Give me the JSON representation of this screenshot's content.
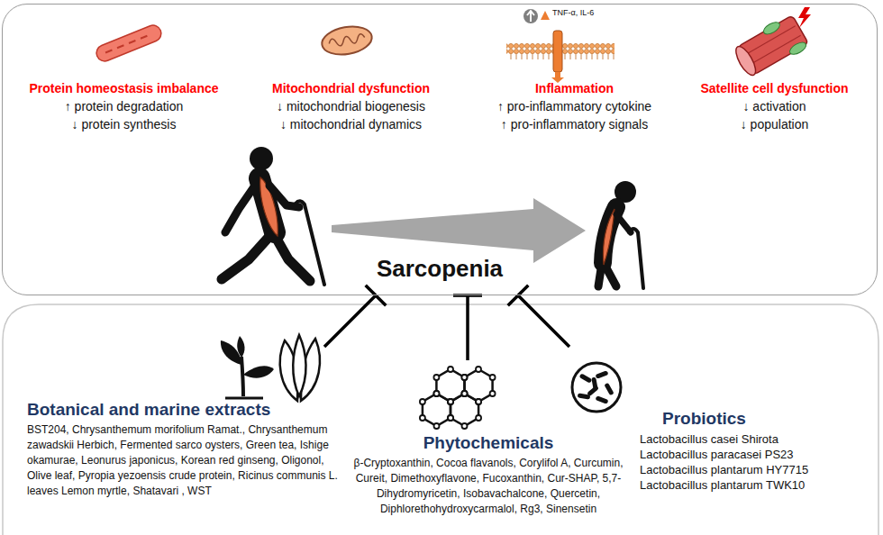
{
  "diagram": {
    "nodes": [
      {
        "text": [
          "Sarcopenia"
        ]
      },
      {
        "text": [
          "Protein homeostasis imbalance",
          "↑ protein degradation",
          "↓ protein synthesis"
        ],
        "in": 0
      },
      {
        "text": [
          "Mitochondrial dysfunction",
          "↓ mitochondrial biogenesis",
          "↓ mitochondrial dynamics"
        ],
        "in": 0
      },
      {
        "text": [
          "Inflammation",
          "↑ pro-inflammatory cytokine",
          "↑ pro-inflammatory signals"
        ],
        "in": 0
      },
      {
        "text": [
          "Satellite cell dysfunction",
          "↓ activation",
          "↓ population"
        ],
        "in": 0
      },
      {
        "text": [
          "Botanical and marine extracts",
          "BST204, Chrysanthemum morifolium Ramat., Chrysanthemum zawadskii Herbich, Fermented sarco oysters, Green tea, Ishige okamurae, Leonurus japonicus, Korean red ginseng, Oligonol, Olive leaf, Pyropia yezoensis crude protein, Ricinus communis L. leaves Lemon myrtle, Shatavari , WST"
        ]
      },
      {
        "text": [
          "Phytochemicals",
          "β-Cryptoxanthin, Cocoa flavanols, Corylifol A, Curcumin, Cureit, Dimethoxyflavone, Fucoxanthin, Cur-SHAP, 5,7- Dihydromyricetin, Isobavachalcone, Quercetin, Diphlorethohydroxycarmalol, Rg3, Sinensetin"
        ]
      },
      {
        "text": [
          "Probiotics",
          "Lactobacillus casei Shirota",
          "Lactobacillus paracasei PS23",
          "Lactobacillus plantarum HY7715",
          "Lactobacillus plantarum TWK10"
        ]
      }
    ],
    "edges": [
      {
        "from": 5,
        "to": 0,
        "arrow": "to"
      },
      {
        "from": 6,
        "to": 0,
        "arrow": "to"
      },
      {
        "from": 7,
        "to": 0,
        "arrow": "to"
      }
    ],
    "labels": [
      "TNF-α, IL-6"
    ]
  }
}
